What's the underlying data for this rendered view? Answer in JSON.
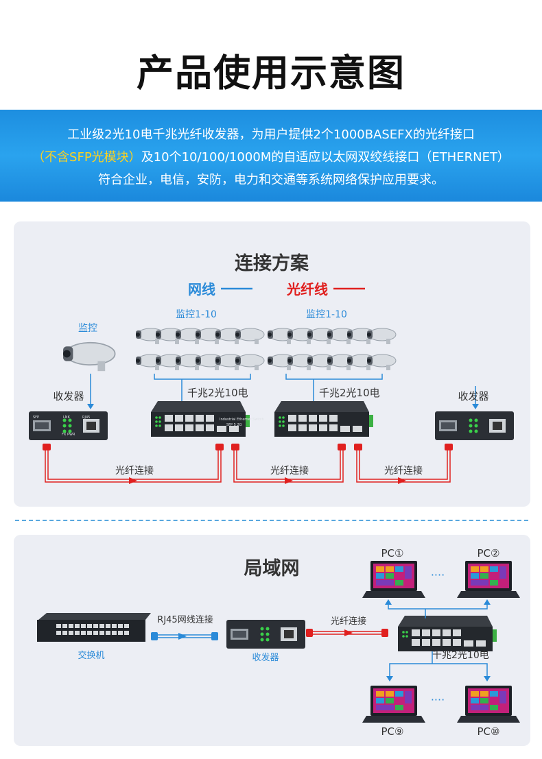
{
  "header": {
    "title": "产品使用示意图"
  },
  "banner": {
    "line1": "工业级2光10电千兆光纤收发器，为用户提供2个1000BASEFX的光纤接口",
    "line2_highlight": "（不含SFP光模块）",
    "line2_rest": "及10个10/100/1000M的自适应以太网双绞线接口（ETHERNET）",
    "line3": "符合企业，电信，安防，电力和交通等系统网络保护应用要求。"
  },
  "scheme": {
    "title": "连接方案",
    "legend_cable": "网线",
    "legend_fiber": "光纤线",
    "camera_single": "监控",
    "camera_group_a": "监控1-10",
    "camera_group_b": "监控1-10",
    "transceiver_left": "收发器",
    "transceiver_right": "收发器",
    "switch_a_label": "千兆2光10电",
    "switch_b_label": "千兆2光10电",
    "fiber_1": "光纤连接",
    "fiber_2": "光纤连接",
    "fiber_3": "光纤连接",
    "device_sfp": "SFP",
    "device_rj45": "RJ45",
    "device_lnk": "LNK",
    "device_fx": "FX",
    "device_pwr": "PWR",
    "switch_text": "Industrial Ethernet Switch",
    "switch_model": "SFP 5 2G"
  },
  "lan": {
    "title": "局域网",
    "switch_label": "交换机",
    "rj45_link": "RJ45网线连接",
    "transceiver": "收发器",
    "fiber_link": "光纤连接",
    "industrial_switch": "千兆2光10电",
    "pc1": "PC①",
    "pc2": "PC②",
    "pc9": "PC⑨",
    "pc10": "PC⑩",
    "ellipsis": "····"
  },
  "colors": {
    "accent": "#2a8ad8",
    "fiber": "#e0201f",
    "banner": "#1d8ee0",
    "highlight": "#ffd21e"
  }
}
